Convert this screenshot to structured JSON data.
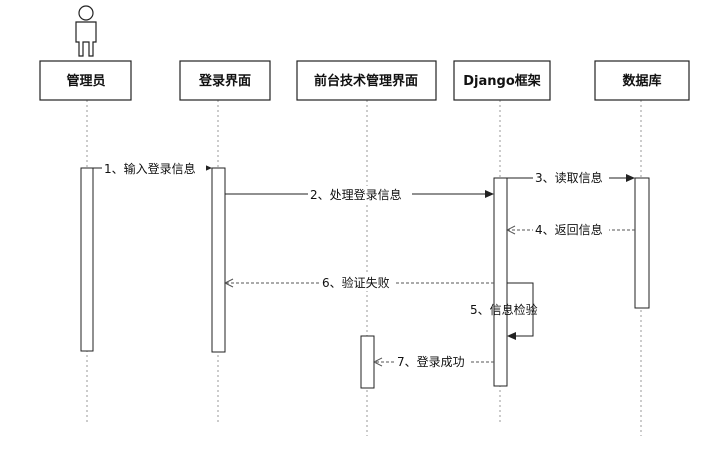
{
  "participants": [
    {
      "id": "admin",
      "label": "管理员",
      "has_actor_icon": true
    },
    {
      "id": "login",
      "label": "登录界面"
    },
    {
      "id": "frontend",
      "label": "前台技术管理界面"
    },
    {
      "id": "django",
      "label": "Django框架"
    },
    {
      "id": "db",
      "label": "数据库"
    }
  ],
  "messages": [
    {
      "label": "1、输入登录信息",
      "from": "admin",
      "to": "login",
      "style": "solid"
    },
    {
      "label": "2、处理登录信息",
      "from": "login",
      "to": "django",
      "style": "solid"
    },
    {
      "label": "3、读取信息",
      "from": "django",
      "to": "db",
      "style": "solid"
    },
    {
      "label": "4、返回信息",
      "from": "db",
      "to": "django",
      "style": "dashed"
    },
    {
      "label": "6、验证失败",
      "from": "django",
      "to": "login",
      "style": "dashed"
    },
    {
      "label": "5、信息检验",
      "from": "django",
      "to": "django",
      "style": "self"
    },
    {
      "label": "7、登录成功",
      "from": "django",
      "to": "frontend",
      "style": "dashed"
    }
  ]
}
